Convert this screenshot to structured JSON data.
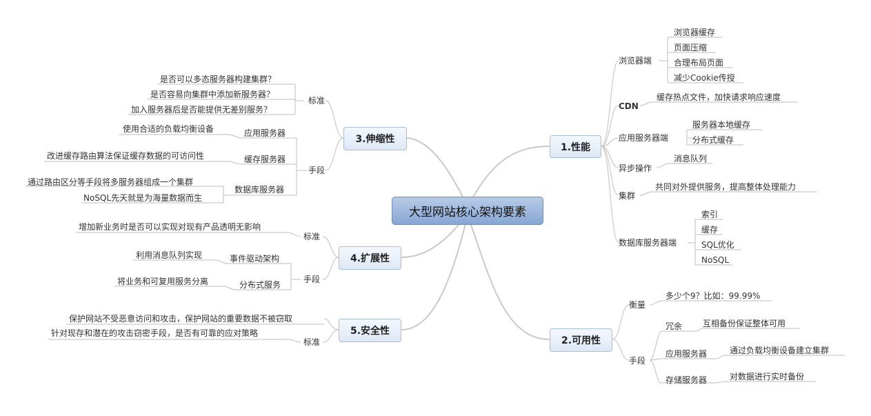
{
  "central": "大型网站核心架构要素",
  "branches": {
    "performance": {
      "label": "1.性能",
      "browser": {
        "label": "浏览器端",
        "items": [
          "浏览器缓存",
          "页面压缩",
          "合理布局页面",
          "减少Cookie传授"
        ]
      },
      "cdn": {
        "label": "CDN",
        "items": [
          "缓存热点文件，加快请求响应速度"
        ]
      },
      "app_server": {
        "label": "应用服务器端",
        "items": [
          "服务器本地缓存",
          "分布式缓存"
        ]
      },
      "async": {
        "label": "异步操作",
        "items": [
          "消息队列"
        ]
      },
      "cluster": {
        "label": "集群",
        "items": [
          "共同对外提供服务，提高整体处理能力"
        ]
      },
      "db_server": {
        "label": "数据库服务器端",
        "items": [
          "索引",
          "缓存",
          "SQL优化",
          "NoSQL"
        ]
      }
    },
    "availability": {
      "label": "2.可用性",
      "measure": {
        "label": "衡量",
        "items": [
          "多少个9？比如：99.99%"
        ]
      },
      "means": {
        "label": "手段",
        "redundancy": {
          "label": "冗余",
          "items": [
            "互相备份保证整体可用"
          ]
        },
        "app_server": {
          "label": "应用服务器",
          "items": [
            "通过负载均衡设备建立集群"
          ]
        },
        "storage_server": {
          "label": "存储服务器",
          "items": [
            "对数据进行实时备份"
          ]
        }
      }
    },
    "scalability": {
      "label": "3.伸缩性",
      "standard": {
        "label": "标准",
        "items": [
          "是否可以多态服务器构建集群？",
          "是否容易向集群中添加新服务器？",
          "加入服务器后是否能提供无差别服务？"
        ]
      },
      "means": {
        "label": "手段",
        "app_server": {
          "label": "应用服务器",
          "items": [
            "使用合适的负载均衡设备"
          ]
        },
        "cache_server": {
          "label": "缓存服务器",
          "items": [
            "改进缓存路由算法保证缓存数据的可访问性"
          ]
        },
        "db_server": {
          "label": "数据库服务器",
          "items": [
            "通过路由区分等手段将多服务器组成一个集群",
            "NoSQL先天就是为海量数据而生"
          ]
        }
      }
    },
    "extensibility": {
      "label": "4.扩展性",
      "standard": {
        "label": "标准",
        "items": [
          "增加新业务时是否可以实现对现有产品透明无影响"
        ]
      },
      "means": {
        "label": "手段",
        "event_driven": {
          "label": "事件驱动架构",
          "items": [
            "利用消息队列实现"
          ]
        },
        "distributed_service": {
          "label": "分布式服务",
          "items": [
            "将业务和可复用服务分离"
          ]
        }
      }
    },
    "security": {
      "label": "5.安全性",
      "desc": "保护网站不受恶意访问和攻击，保护网站的重要数据不被窃取",
      "standard": {
        "label": "标准",
        "items": [
          "针对现存和潜在的攻击窃密手段，是否有可靠的应对策略"
        ]
      }
    }
  },
  "colors": {
    "line": "#c8c8c8",
    "underline": "#b8b8b8",
    "central_fill": "#9bb6dd",
    "branch_fill": "#e8f0fa"
  }
}
